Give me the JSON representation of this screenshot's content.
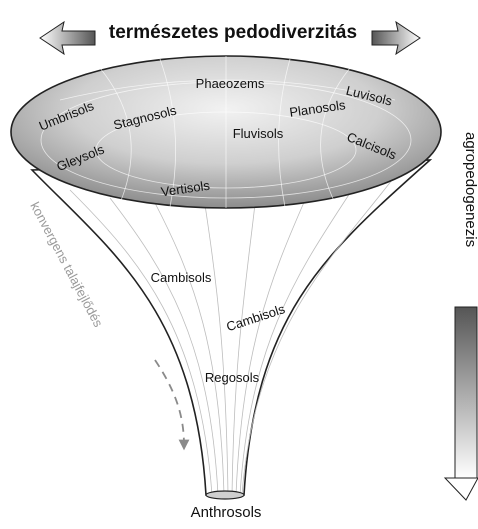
{
  "diagram": {
    "top_label": "természetes pedodiverzitás",
    "right_label": "agropedogenezis",
    "left_label": "konvergens talajfejlődés",
    "bottom_label": "Anthrosols",
    "soils": {
      "phaeozems": "Phaeozems",
      "luvisols": "Luvisols",
      "umbrisols": "Umbrisols",
      "stagnosols": "Stagnosols",
      "planosols": "Planosols",
      "fluvisols": "Fluvisols",
      "calcisols": "Calcisols",
      "gleysols": "Gleysols",
      "vertisols": "Vertisols",
      "cambisols_left": "Cambisols",
      "cambisols_right": "Cambisols",
      "regosols": "Regosols"
    },
    "colors": {
      "disc_light": "#f2f2f2",
      "disc_dark": "#8c8c8c",
      "arrow_dark": "#555555",
      "dashed_arrow": "#8a8a8a",
      "outline": "#222222"
    }
  }
}
